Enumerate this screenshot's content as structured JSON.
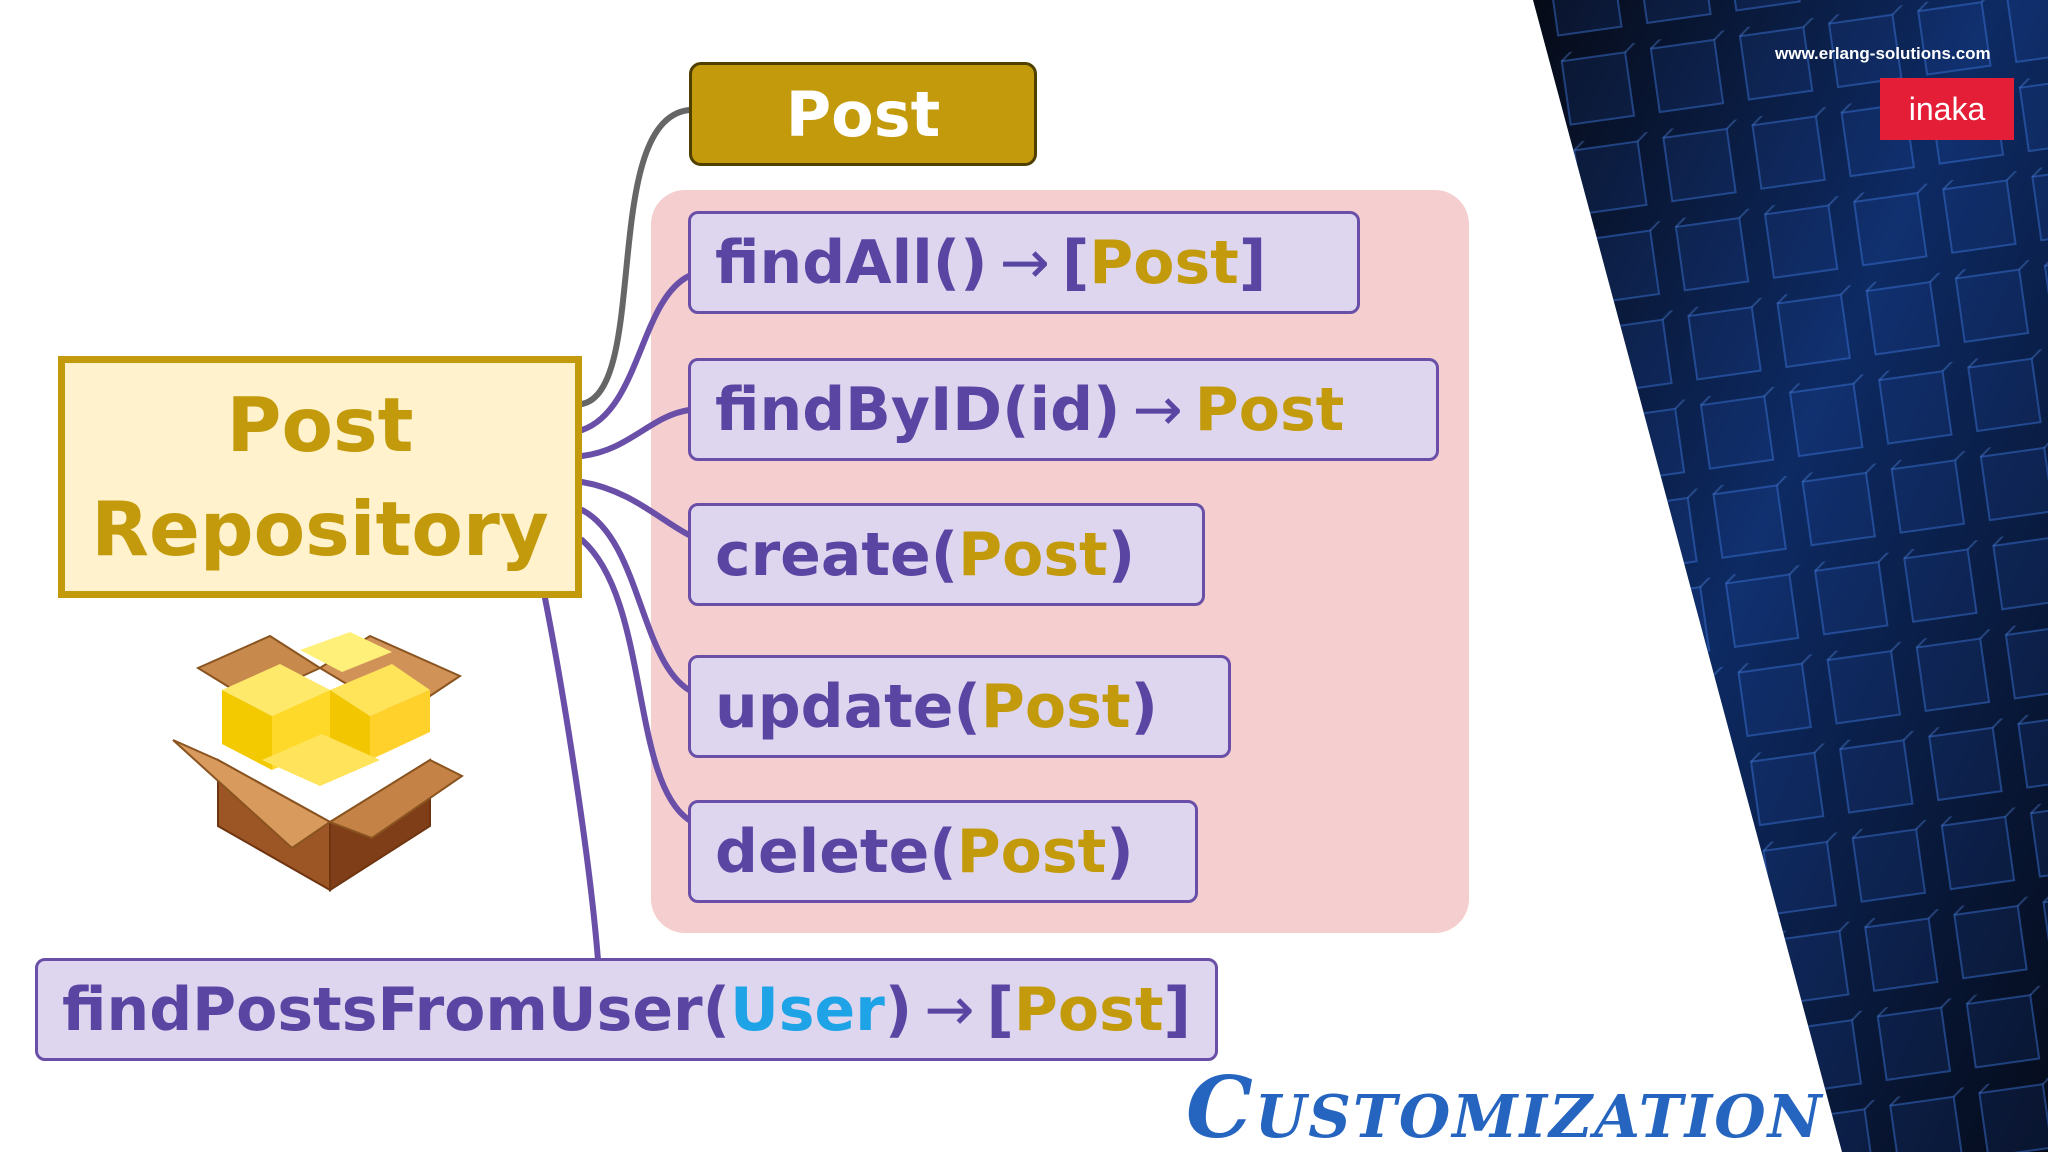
{
  "branding": {
    "url": "www.erlang-solutions.com",
    "logo": "inaka"
  },
  "diagram": {
    "model": {
      "label": "Post"
    },
    "repository": {
      "line1": "Post",
      "line2": "Repository"
    },
    "package_icon": "package-box-icon",
    "methods": [
      {
        "name": "findAll()",
        "arrow": "→",
        "open": "[",
        "type": "Post",
        "close": "]"
      },
      {
        "name": "findByID(id)",
        "arrow": "→",
        "type": "Post"
      },
      {
        "name": "create(",
        "type": "Post",
        "close": ")"
      },
      {
        "name": "update(",
        "type": "Post",
        "close": ")"
      },
      {
        "name": "delete(",
        "type": "Post",
        "close": ")"
      }
    ],
    "custom_method": {
      "name": "findPostsFromUser(",
      "param": "User",
      "close": ")",
      "arrow": "→",
      "open": "[",
      "type": "Post",
      "close2": "]"
    }
  },
  "heading": "Customization",
  "colors": {
    "method_text": "#5b45a3",
    "method_fill": "#ddd6ee",
    "post_type": "#c39a0b",
    "user_type": "#1ea3e6",
    "group_fill": "#f5cfd0",
    "heading": "#2565c0",
    "logo_red": "#e41e36"
  }
}
